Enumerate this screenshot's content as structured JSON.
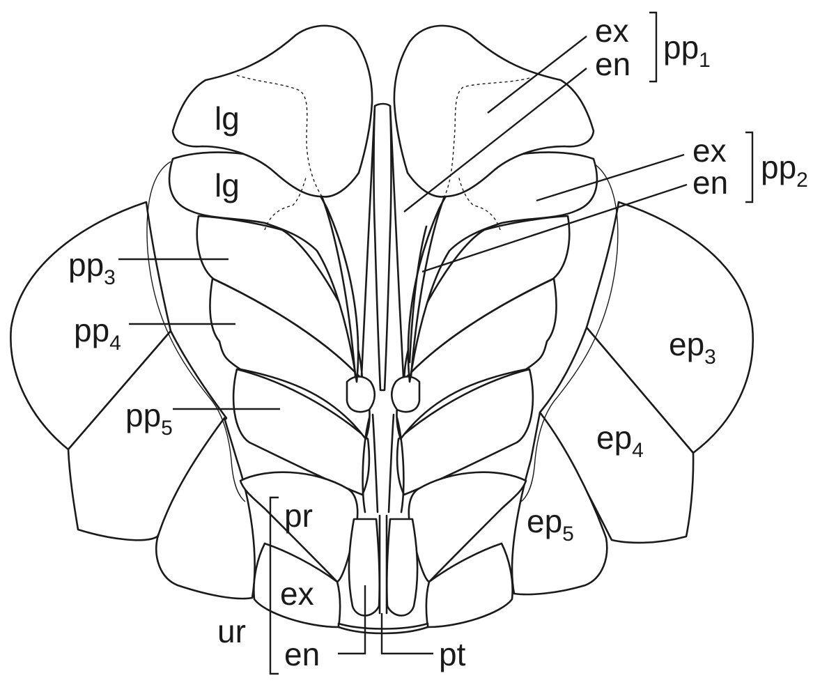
{
  "labels": {
    "ex_1": "ex",
    "en_1": "en",
    "pp_1": {
      "base": "pp",
      "sub": "1"
    },
    "ex_2": "ex",
    "en_2": "en",
    "pp_2": {
      "base": "pp",
      "sub": "2"
    },
    "lg_1": "lg",
    "lg_2": "lg",
    "pp_3": {
      "base": "pp",
      "sub": "3"
    },
    "pp_4": {
      "base": "pp",
      "sub": "4"
    },
    "pp_5": {
      "base": "pp",
      "sub": "5"
    },
    "ep_3": {
      "base": "ep",
      "sub": "3"
    },
    "ep_4": {
      "base": "ep",
      "sub": "4"
    },
    "ep_5": {
      "base": "ep",
      "sub": "5"
    },
    "pr": "pr",
    "ex_ur": "ex",
    "ur": "ur",
    "en_ur": "en",
    "pt": "pt"
  },
  "colors": {
    "stroke": "#1a1a1a",
    "background": "#ffffff"
  }
}
